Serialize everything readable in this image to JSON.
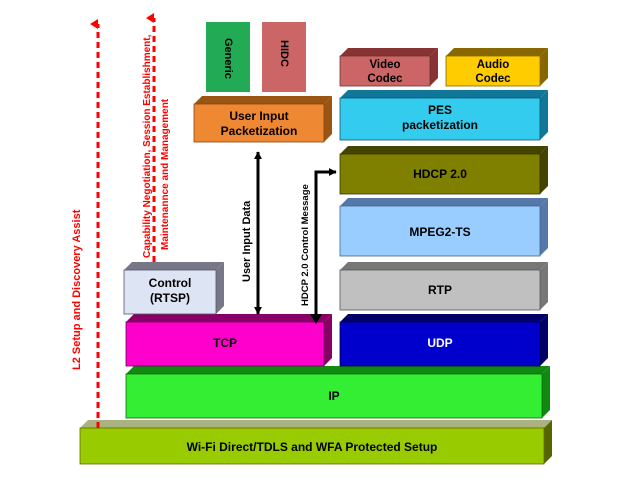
{
  "layers": {
    "wifi": "Wi-Fi Direct/TDLS and WFA Protected Setup",
    "ip": "IP",
    "tcp": "TCP",
    "udp": "UDP",
    "rtp": "RTP",
    "mpeg2ts": "MPEG2-TS",
    "hdcp": "HDCP 2.0",
    "pes_line1": "PES",
    "pes_line2": "packetization",
    "video_codec_line1": "Video",
    "video_codec_line2": "Codec",
    "audio_codec_line1": "Audio",
    "audio_codec_line2": "Codec",
    "control_line1": "Control",
    "control_line2": "(RTSP)",
    "uip_line1": "User Input",
    "uip_line2": "Packetization",
    "generic": "Generic",
    "hidc": "HIDC"
  },
  "arrows": {
    "l2_setup": "L2 Setup and Discovery Assist",
    "capability_line1": "Capability Negotiation, Session Establishment,",
    "capability_line2": "Maintenannce and Management",
    "user_input_data": "User Input Data",
    "hdcp_control": "HDCP 2.0 Control Message"
  },
  "colors": {
    "wifi": "#99cc00",
    "ip": "#33ee33",
    "tcp": "#ff00cc",
    "udp": "#0000cc",
    "rtp": "#c0c0c0",
    "mpeg2ts": "#99ccff",
    "hdcp": "#808000",
    "pes": "#33ccee",
    "video_codec": "#cc6666",
    "audio_codec": "#ffcc00",
    "control": "#dde4f4",
    "uip": "#ee8833",
    "generic": "#22aa55",
    "hidc": "#cc6666",
    "red_arrow": "#ff0000"
  }
}
